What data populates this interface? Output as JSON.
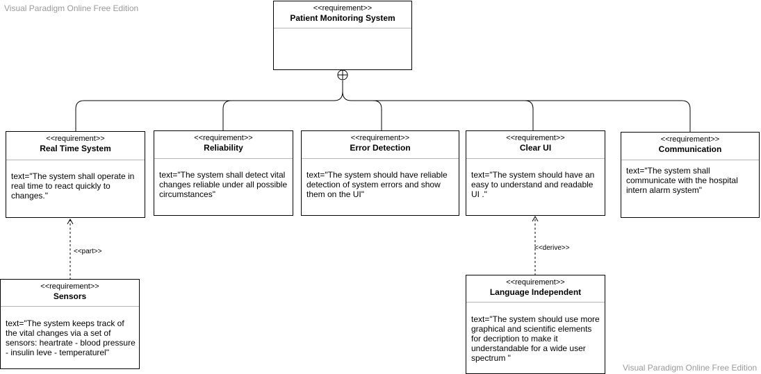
{
  "watermark": "Visual Paradigm Online Free Edition",
  "requirements": {
    "pms": {
      "stereotype": "<<requirement>>",
      "name": "Patient Monitoring System",
      "text": ""
    },
    "rts": {
      "stereotype": "<<requirement>>",
      "name": "Real Time System",
      "text": "text=\"The system shall operate in real time to react quickly to changes.\""
    },
    "rel": {
      "stereotype": "<<requirement>>",
      "name": "Reliability",
      "text": "text=\"The system shall detect vital changes reliable under all possible circumstances\""
    },
    "err": {
      "stereotype": "<<requirement>>",
      "name": "Error Detection",
      "text": "text=\"The system should have reliable detection of system errors and show them on the UI\""
    },
    "cui": {
      "stereotype": "<<requirement>>",
      "name": "Clear UI",
      "text": "text=\"The system should have an easy to understand and readable UI .\""
    },
    "com": {
      "stereotype": "<<requirement>>",
      "name": "Communication",
      "text": "text=\"The system shall communicate with the hospital intern alarm system\""
    },
    "sen": {
      "stereotype": "<<requirement>>",
      "name": "Sensors",
      "text": "text=\"The system keeps track of the vital changes via a set of sensors: heartrate - blood pressure - insulin leve - temperaturel\""
    },
    "lang": {
      "stereotype": "<<requirement>>",
      "name": "Language Independent",
      "text": "text=\"The system should use more graphical and scientific elements for decription to make it understandable for a wide user spectrum \""
    }
  },
  "relations": {
    "part_label": "<<part>>",
    "derive_label": "<<derive>>"
  }
}
